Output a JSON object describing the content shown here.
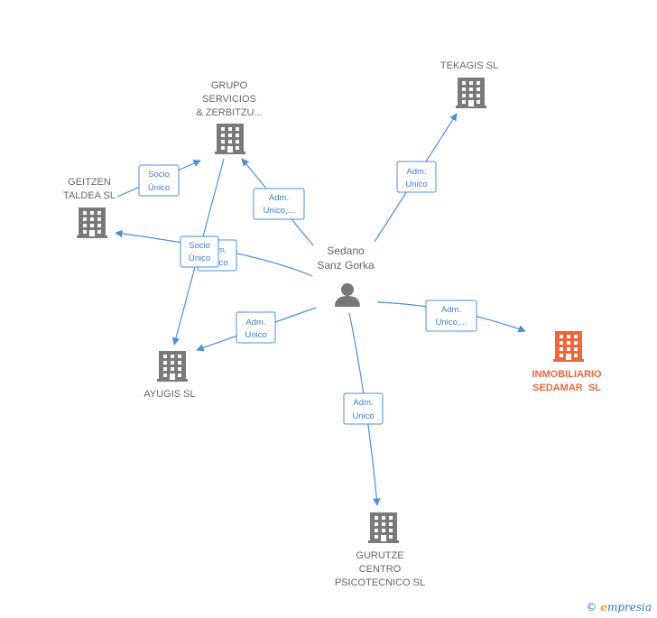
{
  "colors": {
    "edge": "#4a8fdc",
    "building": "#7a7a7a",
    "highlight": "#f0663a",
    "person": "#777777"
  },
  "person": {
    "name_line1": "Sedano",
    "name_line2": "Sanz Gorka",
    "icon": "person-icon"
  },
  "companies": [
    {
      "id": "tekagis",
      "lines": [
        "TEKAGIS SL"
      ],
      "icon": "building-icon",
      "highlight": false
    },
    {
      "id": "grupo",
      "lines": [
        "GRUPO",
        "SERVICIOS",
        "& ZERBITZU..."
      ],
      "icon": "building-icon",
      "highlight": false
    },
    {
      "id": "geitzen",
      "lines": [
        "GEITZEN",
        "TALDEA SL"
      ],
      "icon": "building-icon",
      "highlight": false
    },
    {
      "id": "ayugis",
      "lines": [
        "AYUGIS SL"
      ],
      "icon": "building-icon",
      "highlight": false
    },
    {
      "id": "inmobiliario",
      "lines": [
        "INMOBILIARIO",
        "SEDAMAR  SL"
      ],
      "icon": "building-icon",
      "highlight": true
    },
    {
      "id": "gurutze",
      "lines": [
        "GURUTZE",
        "CENTRO",
        "PSICOTECNICO SL"
      ],
      "icon": "building-icon",
      "highlight": false
    }
  ],
  "edges": [
    {
      "id": "person-tekagis",
      "label": [
        "Adm.",
        "Unico"
      ]
    },
    {
      "id": "person-grupo",
      "label": [
        "Adm.",
        "Unico,..."
      ]
    },
    {
      "id": "person-geitzen",
      "label": [
        "Adm.",
        "Unico"
      ]
    },
    {
      "id": "person-ayugis",
      "label": [
        "Adm.",
        "Unico"
      ]
    },
    {
      "id": "person-inmobiliario",
      "label": [
        "Adm.",
        "Unico,..."
      ]
    },
    {
      "id": "person-gurutze",
      "label": [
        "Adm.",
        "Unico"
      ]
    },
    {
      "id": "geitzen-grupo",
      "label": [
        "Socio",
        "Único"
      ]
    },
    {
      "id": "grupo-ayugis",
      "label": [
        "Socio",
        "Único"
      ]
    }
  ],
  "footer": {
    "copyright": "©",
    "brand_first": "e",
    "brand_rest": "mpresia"
  }
}
